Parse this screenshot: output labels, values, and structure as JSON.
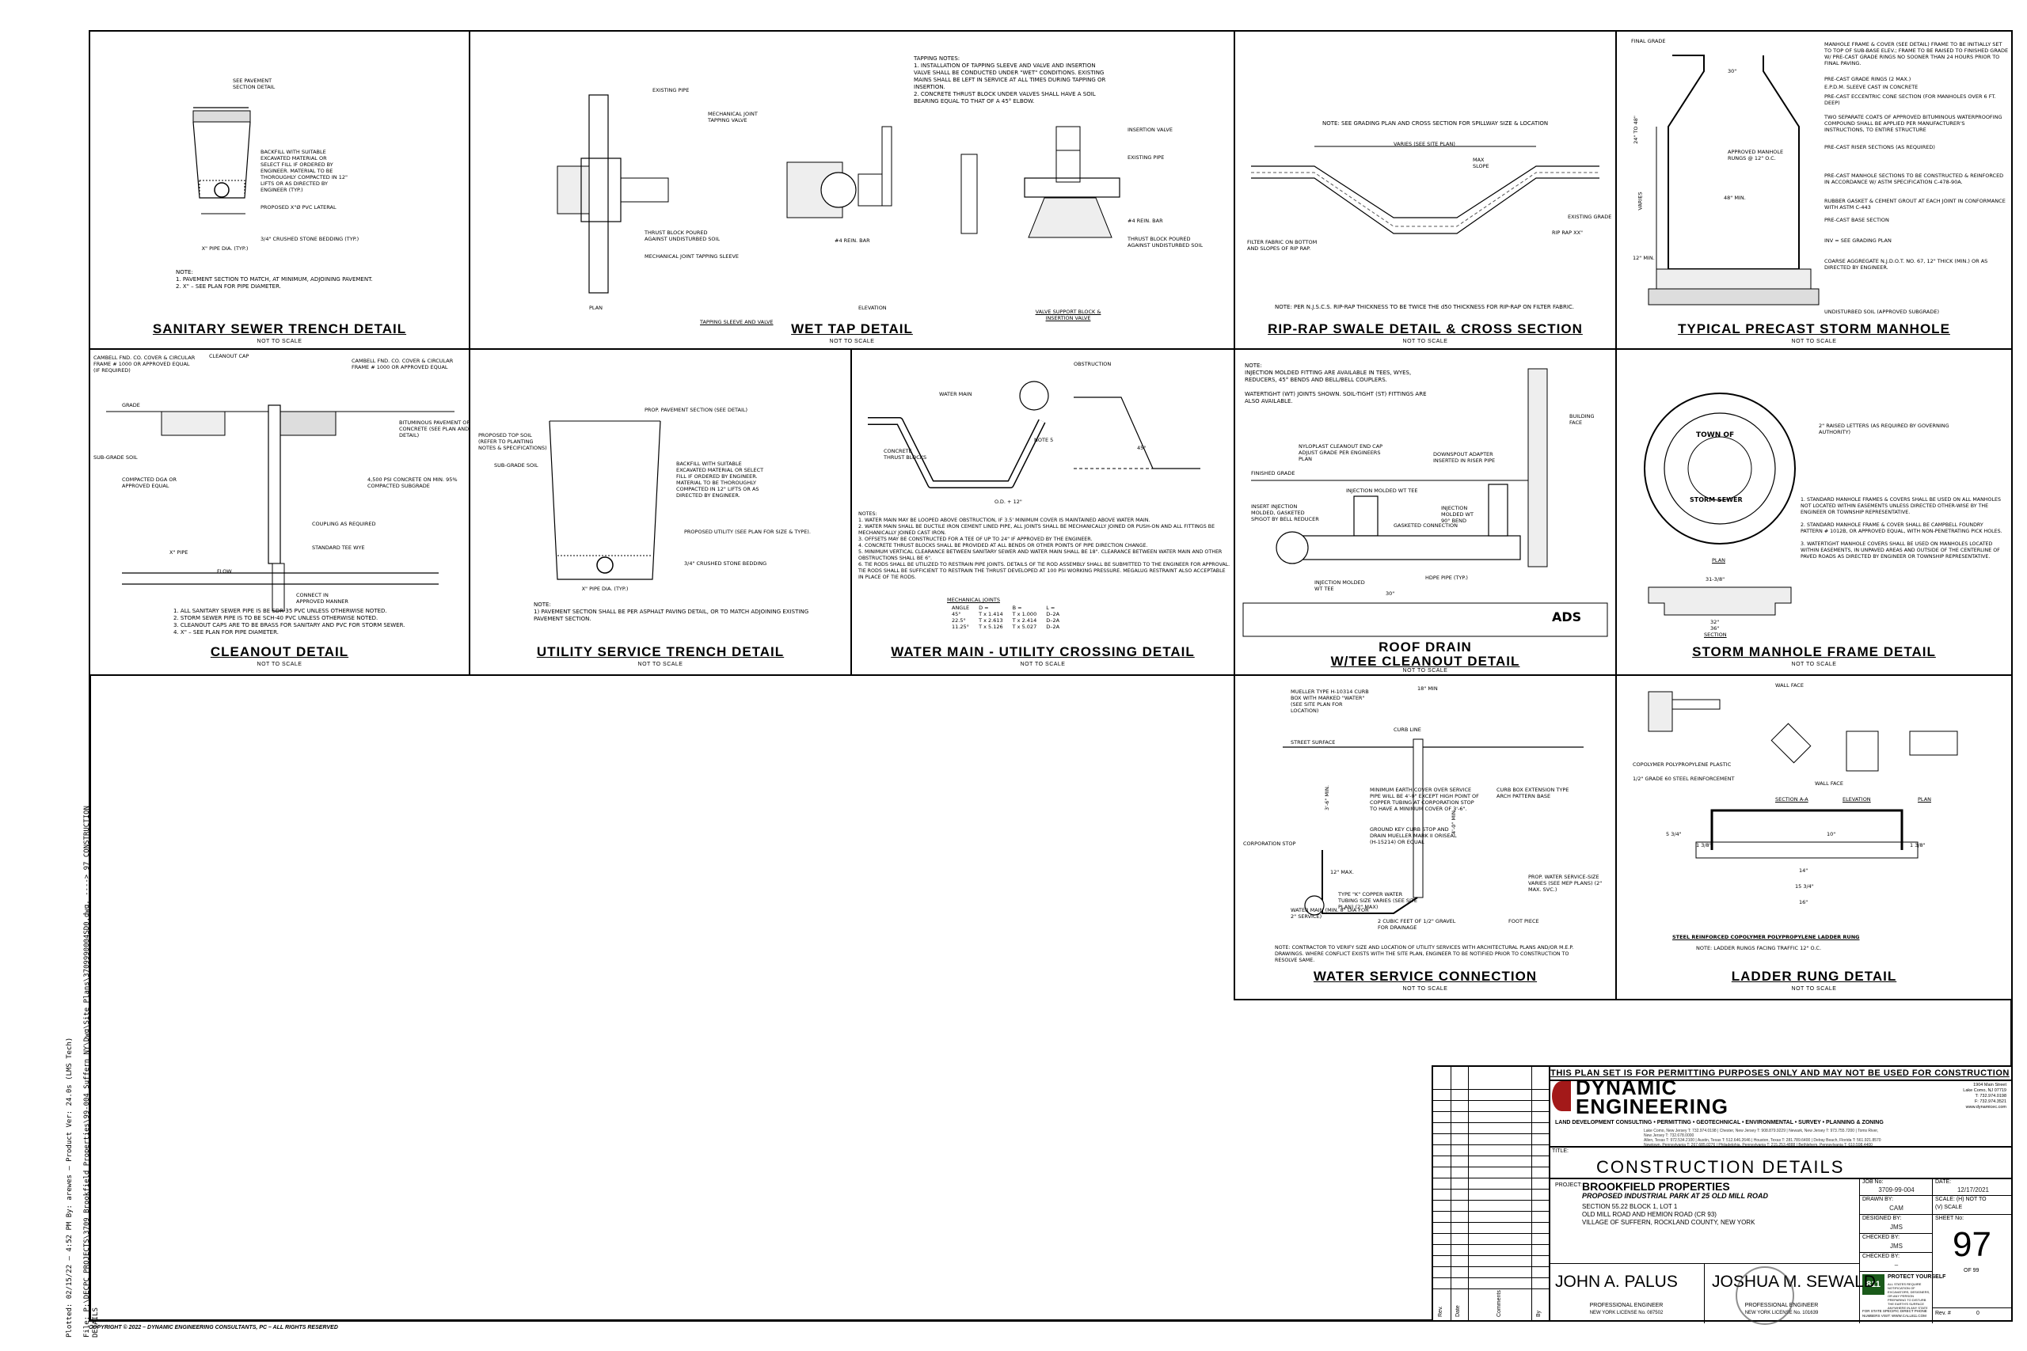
{
  "side_text": {
    "line1": "Plotted: 02/15/22 – 4:52 PM  By: arewes   —   Product Ver: 24.0s (LMS Tech)",
    "line2": "File: P:\\DECPC PROJECTS\\3709 Brookfield Properties\\99-004 Suffern NY\\Dwg\\Site Plans\\3709990004SD0.dwg, ----> 97 CONSTRUCTION DETAILS"
  },
  "copyright": "COPYRIGHT © 2022 – DYNAMIC ENGINEERING CONSULTANTS, PC – ALL RIGHTS RESERVED",
  "details": {
    "sanitary": {
      "title": "SANITARY SEWER TRENCH DETAIL",
      "scale": "NOT TO SCALE",
      "labels": [
        "SEE PAVEMENT SECTION DETAIL",
        "BACKFILL WITH SUITABLE EXCAVATED MATERIAL OR SELECT FILL IF ORDERED BY ENGINEER. MATERIAL TO BE THOROUGHLY COMPACTED IN 12\" LIFTS OR AS DIRECTED BY ENGINEER (TYP.)",
        "PROPOSED X\"Ø PVC LATERAL",
        "3/4\" CRUSHED STONE BEDDING (TYP.)",
        "X\" PIPE DIA. (TYP.)"
      ],
      "notes": "NOTE:\n1. PAVEMENT SECTION TO MATCH, AT MINIMUM, ADJOINING PAVEMENT.\n2. X\" – SEE PLAN FOR PIPE DIAMETER."
    },
    "wettap": {
      "title": "WET TAP DETAIL",
      "scale": "NOT TO SCALE",
      "notes": "TAPPING NOTES:\n1. INSTALLATION OF TAPPING SLEEVE AND VALVE AND INSERTION VALVE SHALL BE CONDUCTED UNDER \"WET\" CONDITIONS. EXISTING MAINS SHALL BE LEFT IN SERVICE AT ALL TIMES DURING TAPPING OR INSERTION.\n2. CONCRETE THRUST BLOCK UNDER VALVES SHALL HAVE A SOIL BEARING EQUAL TO THAT OF A 45° ELBOW.",
      "labels": [
        "EXISTING PIPE",
        "MECHANICAL JOINT TAPPING VALVE",
        "THRUST BLOCK POURED AGAINST UNDISTURBED SOIL",
        "MECHANICAL JOINT TAPPING SLEEVE",
        "#4 REIN. BAR",
        "INSERTION VALVE",
        "EXISTING PIPE",
        "#4 REIN. BAR",
        "THRUST BLOCK POURED AGAINST UNDISTURBED SOIL"
      ],
      "sub": [
        "PLAN",
        "ELEVATION",
        "TAPPING SLEEVE AND VALVE",
        "VALVE SUPPORT BLOCK & INSERTION VALVE"
      ]
    },
    "riprap": {
      "title": "RIP-RAP SWALE DETAIL & CROSS SECTION",
      "scale": "NOT TO SCALE",
      "note_top": "NOTE: SEE GRADING PLAN AND CROSS SECTION FOR SPILLWAY SIZE & LOCATION",
      "labels": [
        "VARIES (SEE SITE PLAN)",
        "MAX SLOPE",
        "EXISTING GRADE",
        "RIP RAP XX\"",
        "FILTER FABRIC ON BOTTOM AND SLOPES OF RIP RAP."
      ],
      "note_bottom": "NOTE: PER N.J.S.C.S. RIP-RAP THICKNESS TO BE TWICE THE d50 THICKNESS FOR RIP-RAP ON FILTER FABRIC."
    },
    "manhole": {
      "title": "TYPICAL PRECAST STORM MANHOLE",
      "scale": "NOT TO SCALE",
      "labels": [
        "FINAL GRADE",
        "MANHOLE FRAME & COVER (SEE DETAIL) FRAME TO BE INITIALLY SET TO TOP OF SUB-BASE ELEV.; FRAME TO BE RAISED TO FINISHED GRADE W/ PRE-CAST GRADE RINGS NO SOONER THAN 24 HOURS PRIOR TO FINAL PAVING.",
        "PRE-CAST GRADE RINGS (2 MAX.)",
        "E.P.D.M. SLEEVE CAST IN CONCRETE",
        "PRE-CAST ECCENTRIC CONE SECTION (FOR MANHOLES OVER 6 FT. DEEP)",
        "TWO SEPARATE COATS OF APPROVED BITUMINOUS WATERPROOFING COMPOUND SHALL BE APPLIED PER MANUFACTURER'S INSTRUCTIONS, TO ENTIRE STRUCTURE",
        "PRE-CAST RISER SECTIONS (AS REQUIRED)",
        "APPROVED MANHOLE RUNGS @ 12\" O.C.",
        "PRE-CAST MANHOLE SECTIONS TO BE CONSTRUCTED & REINFORCED IN ACCORDANCE W/ ASTM SPECIFICATION C-478-90A.",
        "RUBBER GASKET & CEMENT GROUT AT EACH JOINT IN CONFORMANCE WITH ASTM C-443",
        "PRE-CAST BASE SECTION",
        "INV = SEE GRADING PLAN",
        "COARSE AGGREGATE N.J.D.O.T. NO. 67, 12\" THICK (MIN.) OR AS DIRECTED BY ENGINEER.",
        "UNDISTURBED SOIL (APPROVED SUBGRADE)",
        "30\"",
        "48\" MIN.",
        "12\" MIN.",
        "24\" TO 48\"",
        "VARIES"
      ]
    },
    "cleanout": {
      "title": "CLEANOUT DETAIL",
      "scale": "NOT TO SCALE",
      "labels": [
        "CAMBELL FND. CO. COVER & CIRCULAR FRAME # 1000 OR APPROVED EQUAL (IF REQUIRED)",
        "CLEANOUT CAP",
        "CAMBELL FND. CO. COVER & CIRCULAR FRAME # 1000 OR APPROVED EQUAL",
        "GRADE",
        "BITUMINOUS PAVEMENT OR CONCRETE (SEE PLAN AND DETAIL)",
        "SUB-GRADE SOIL",
        "COMPACTED DGA OR APPROVED EQUAL",
        "4,500 PSI CONCRETE ON MIN. 95% COMPACTED SUBGRADE",
        "COUPLING AS REQUIRED",
        "STANDARD TEE WYE",
        "X\" PIPE",
        "FLOW",
        "CONNECT IN APPROVED MANNER"
      ],
      "notes": "1. ALL SANITARY SEWER PIPE IS BE SDR-35 PVC UNLESS OTHERWISE NOTED.\n2. STORM SEWER PIPE IS TO BE SCH-40 PVC UNLESS OTHERWISE NOTED.\n3. CLEANOUT CAPS ARE TO BE BRASS FOR SANITARY AND PVC FOR STORM SEWER.\n4. X\" – SEE PLAN FOR PIPE DIAMETER."
    },
    "utility": {
      "title": "UTILITY SERVICE TRENCH DETAIL",
      "scale": "NOT TO SCALE",
      "labels": [
        "PROP. PAVEMENT SECTION (SEE DETAIL)",
        "PROPOSED TOP SOIL (REFER TO PLANTING NOTES & SPECIFICATIONS)",
        "SUB-GRADE SOIL",
        "BACKFILL WITH SUITABLE EXCAVATED MATERIAL OR SELECT FILL IF ORDERED BY ENGINEER. MATERIAL TO BE THOROUGHLY COMPACTED IN 12\" LIFTS OR AS DIRECTED BY ENGINEER.",
        "PROPOSED UTILITY (SEE PLAN FOR SIZE & TYPE).",
        "3/4\" CRUSHED STONE BEDDING",
        "X\" PIPE DIA. (TYP.)"
      ],
      "notes": "NOTE:\n1) PAVEMENT SECTION SHALL BE PER ASPHALT PAVING DETAIL, OR TO MATCH ADJOINING EXISTING PAVEMENT SECTION."
    },
    "watermain": {
      "title": "WATER MAIN - UTILITY CROSSING DETAIL",
      "scale": "NOT TO SCALE",
      "labels": [
        "WATER MAIN",
        "OBSTRUCTION",
        "CONCRETE THRUST BLOCKS",
        "NOTE 5",
        "O.D. + 12\"",
        "45°"
      ],
      "notes": "NOTES:\n1. WATER MAIN MAY BE LOOPED ABOVE OBSTRUCTION, IF 3.5' MINIMUM COVER IS MAINTAINED ABOVE WATER MAIN.\n2. WATER MAIN SHALL BE DUCTILE IRON CEMENT LINED PIPE, ALL JOINTS SHALL BE MECHANICALLY JOINED OR PUSH-ON AND ALL FITTINGS BE MECHANICALLY JOINED CAST IRON.\n3. OFFSETS MAY BE CONSTRUCTED FOR A TEE OF UP TO 24\" IF APPROVED BY THE ENGINEER.\n4. CONCRETE THRUST BLOCKS SHALL BE PROVIDED AT ALL BENDS OR OTHER POINTS OF PIPE DIRECTION CHANGE.\n5. MINIMUM VERTICAL CLEARANCE BETWEEN SANITARY SEWER AND WATER MAIN SHALL BE 18\". CLEARANCE BETWEEN WATER MAIN AND OTHER OBSTRUCTIONS SHALL BE 6\".\n6. TIE RODS SHALL BE UTILIZED TO RESTRAIN PIPE JOINTS. DETAILS OF TIE ROD ASSEMBLY SHALL BE SUBMITTED TO THE ENGINEER FOR APPROVAL. TIE RODS SHALL BE SUFFICIENT TO RESTRAIN THE THRUST DEVELOPED AT 100 PSI WORKING PRESSURE. MEGALUG RESTRAINT ALSO ACCEPTABLE IN PLACE OF TIE RODS.",
      "table": {
        "caption": "MECHANICAL JOINTS",
        "header": [
          "ANGLE",
          "D =",
          "B =",
          "L ="
        ],
        "rows": [
          [
            "45°",
            "T x 1.414",
            "T x 1.000",
            "D–2A"
          ],
          [
            "22.5°",
            "T x 2.613",
            "T x 2.414",
            "D–2A"
          ],
          [
            "11.25°",
            "T x 5.126",
            "T x 5.027",
            "D–2A"
          ]
        ]
      }
    },
    "roofdrain": {
      "title": "ROOF DRAIN",
      "title2": "W/TEE CLEANOUT DETAIL",
      "scale": "NOT TO SCALE",
      "notes": "NOTE:\nINJECTION MOLDED FITTING ARE AVAILABLE IN TEES, WYES, REDUCERS, 45° BENDS AND BELL/BELL COUPLERS.\n\nWATERTIGHT (WT) JOINTS SHOWN. SOIL-TIGHT (ST) FITTINGS ARE ALSO AVAILABLE.",
      "labels": [
        "BUILDING FACE",
        "NYLOPLAST CLEANOUT END CAP ADJUST GRADE PER ENGINEERS PLAN",
        "FINISHED GRADE",
        "DOWNSPOUT ADAPTER INSERTED IN RISER PIPE",
        "INSERT INJECTION MOLDED, GASKETED SPIGOT BY BELL REDUCER",
        "INJECTION MOLDED WT TEE",
        "INJECTION MOLDED WT 90° BEND",
        "GASKETED CONNECTION",
        "INJECTION MOLDED WT TEE",
        "HDPE PIPE (TYP.)",
        "30\"",
        "ADS"
      ]
    },
    "frame": {
      "title": "STORM MANHOLE FRAME DETAIL",
      "scale": "NOT TO SCALE",
      "labels": [
        "2\" RAISED LETTERS (AS REQUIRED BY GOVERNING AUTHORITY)",
        "PLAN",
        "SECTION",
        "TOWN OF",
        "STORM SEWER",
        "31-3/8\"",
        "32\"",
        "36\""
      ],
      "notes": "1. STANDARD MANHOLE FRAMES & COVERS SHALL BE USED ON ALL MANHOLES NOT LOCATED WITHIN EASEMENTS UNLESS DIRECTED OTHER-WISE BY THE ENGINEER OR TOWNSHIP REPRESENTATIVE.\n\n2. STANDARD MANHOLE FRAME & COVER SHALL BE CAMPBELL FOUNDRY PATTERN # 1012B, OR APPROVED EQUAL, WITH NON-PENETRATING PICK HOLES.\n\n3. WATERTIGHT MANHOLE COVERS SHALL BE USED ON MANHOLES LOCATED WITHIN EASEMENTS, IN UNPAVED AREAS AND OUTSIDE OF THE CENTERLINE OF PAVED ROADS AS DIRECTED BY ENGINEER OR TOWNSHIP REPRESENTATIVE."
    },
    "waterservice": {
      "title": "WATER SERVICE CONNECTION",
      "scale": "NOT TO SCALE",
      "labels": [
        "MUELLER TYPE H-10314 CURB BOX WITH MARKED \"WATER\" (SEE SITE PLAN FOR LOCATION)",
        "18\" MIN",
        "CURB LINE",
        "STREET SURFACE",
        "MINIMUM EARTH COVER OVER SERVICE PIPE WILL BE 4'-0\" EXCEPT HIGH POINT OF COPPER TUBING AT CORPORATION STOP TO HAVE A MINIMUM COVER OF 3'-6\".",
        "CURB BOX EXTENSION TYPE ARCH PATTERN BASE",
        "GROUND KEY CURB STOP AND DRAIN MUELLER MARK II ORISEAL (H-15214) OR EQUAL",
        "CORPORATION STOP",
        "12\" MAX.",
        "WATER MAIN (MIN. 8\" DIA FOR 2\" SERVICE)",
        "TYPE \"K\" COPPER WATER TUBING SIZE VARIES (SEE SITE PLAN) (2\" MAX)",
        "2 CUBIC FEET OF 1/2\" GRAVEL FOR DRAINAGE",
        "FOOT PIECE",
        "PROP. WATER SERVICE-SIZE VARIES (SEE MEP PLANS) (2\" MAX. SVC.)",
        "3'-6\" MIN.",
        "4'-0\" MIN."
      ],
      "notes": "NOTE: CONTRACTOR TO VERIFY SIZE AND LOCATION OF UTILITY SERVICES WITH ARCHITECTURAL PLANS AND/OR M.E.P. DRAWINGS. WHERE CONFLICT EXISTS WITH THE SITE PLAN, ENGINEER TO BE NOTIFIED PRIOR TO CONSTRUCTION TO RESOLVE SAME."
    },
    "ladder": {
      "title": "LADDER RUNG DETAIL",
      "scale": "NOT TO SCALE",
      "labels": [
        "COPOLYMER POLYPROPYLENE PLASTIC",
        "1/2\" GRADE 60 STEEL REINFORCEMENT",
        "SECTION A-A",
        "ELEVATION",
        "PLAN",
        "WALL FACE",
        "WALL FACE",
        "STEEL REINFORCED COPOLYMER POLYPROPYLENE LADDER RUNG",
        "NOTE: LADDER RUNGS FACING TRAFFIC 12\" O.C.",
        "1 3/8\"",
        "1 3/8\"",
        "14\"",
        "15 3/4\"",
        "16\"",
        "10\"",
        "5 3/4\""
      ]
    }
  },
  "titleblock": {
    "warning": "THIS PLAN SET IS FOR PERMITTING PURPOSES ONLY AND MAY NOT BE USED FOR CONSTRUCTION",
    "company1": "DYNAMIC",
    "company2": "ENGINEERING",
    "services": "LAND DEVELOPMENT CONSULTING  •  PERMITTING  •  GEOTECHNICAL  •  ENVIRONMENTAL  •  SURVEY  •  PLANNING & ZONING",
    "offices": "Lake Como, New Jersey T: 732.974.0198  |  Chester, New Jersey T: 908.879.9229  |  Newark, New Jersey T: 973.755.7200  |  Toms River, New Jersey T: 732.678.0000\nAllen, Texas T: 972.534.2100  |  Austin, Texas T: 512.646.2646  |  Houston, Texas T: 281.789.6400  |  Delray Beach, Florida T: 561.921.8570\nNewtown, Pennsylvania T: 267.685.0276  |  Philadelphia, Pennsylvania T: 215.253.4888  |  Bethlehem, Pennsylvania T: 610.598.4400",
    "address": "1904 Main Street\nLake Como, NJ 07719\nT: 732.974.0198\nF: 732.974.3521\nwww.dynamicec.com",
    "rev_headers": [
      "Rev.",
      "Date",
      "Comments",
      "By"
    ],
    "title_label": "TITLE:",
    "sheet_title": "CONSTRUCTION DETAILS",
    "project_label": "PROJECT:",
    "project_name": "BROOKFIELD PROPERTIES",
    "project_sub": "PROPOSED INDUSTRIAL PARK AT 25 OLD MILL ROAD",
    "project_loc": "SECTION 55.22 BLOCK 1, LOT 1\nOLD MILL ROAD AND HEMION ROAD (CR 93)\nVILLAGE OF SUFFERN, ROCKLAND COUNTY, NEW YORK",
    "job_label": "JOB No:",
    "job": "3709-99-004",
    "date_label": "DATE:",
    "date": "12/17/2021",
    "drawn_label": "DRAWN BY:",
    "drawn": "CAM",
    "designed_label": "DESIGNED BY:",
    "designed": "JMS",
    "checked_label": "CHECKED BY:",
    "checked": "JMS",
    "checked2_label": "CHECKED BY:",
    "checked2": "–",
    "scale_label": "SCALE: (H) NOT TO",
    "scale_v": "(V) SCALE",
    "sheet_label": "SHEET No:",
    "sheet": "97",
    "of": "OF 99",
    "rev_label": "Rev. #",
    "rev": "0",
    "pe1": "JOHN A. PALUS",
    "pe1_t": "PROFESSIONAL ENGINEER",
    "pe1_l": "NEW YORK LICENSE No. 087502",
    "pe2": "JOSHUA M. SEWALD",
    "pe2_t": "PROFESSIONAL ENGINEER",
    "pe2_l": "NEW YORK LICENSE No. 101639",
    "call_title": "PROTECT YOURSELF",
    "call_num": "811",
    "call_text": "ALL STATES REQUIRE NOTIFICATION OF EXCAVATORS, DESIGNERS, OR ANY PERSON PREPARING TO DISTURB THE EARTH'S SURFACE ANYWHERE IN ANY STATE",
    "call_web": "FOR STATE SPECIFIC DIRECT PHONE NUMBERS VISIT: WWW.CALL811.COM"
  }
}
